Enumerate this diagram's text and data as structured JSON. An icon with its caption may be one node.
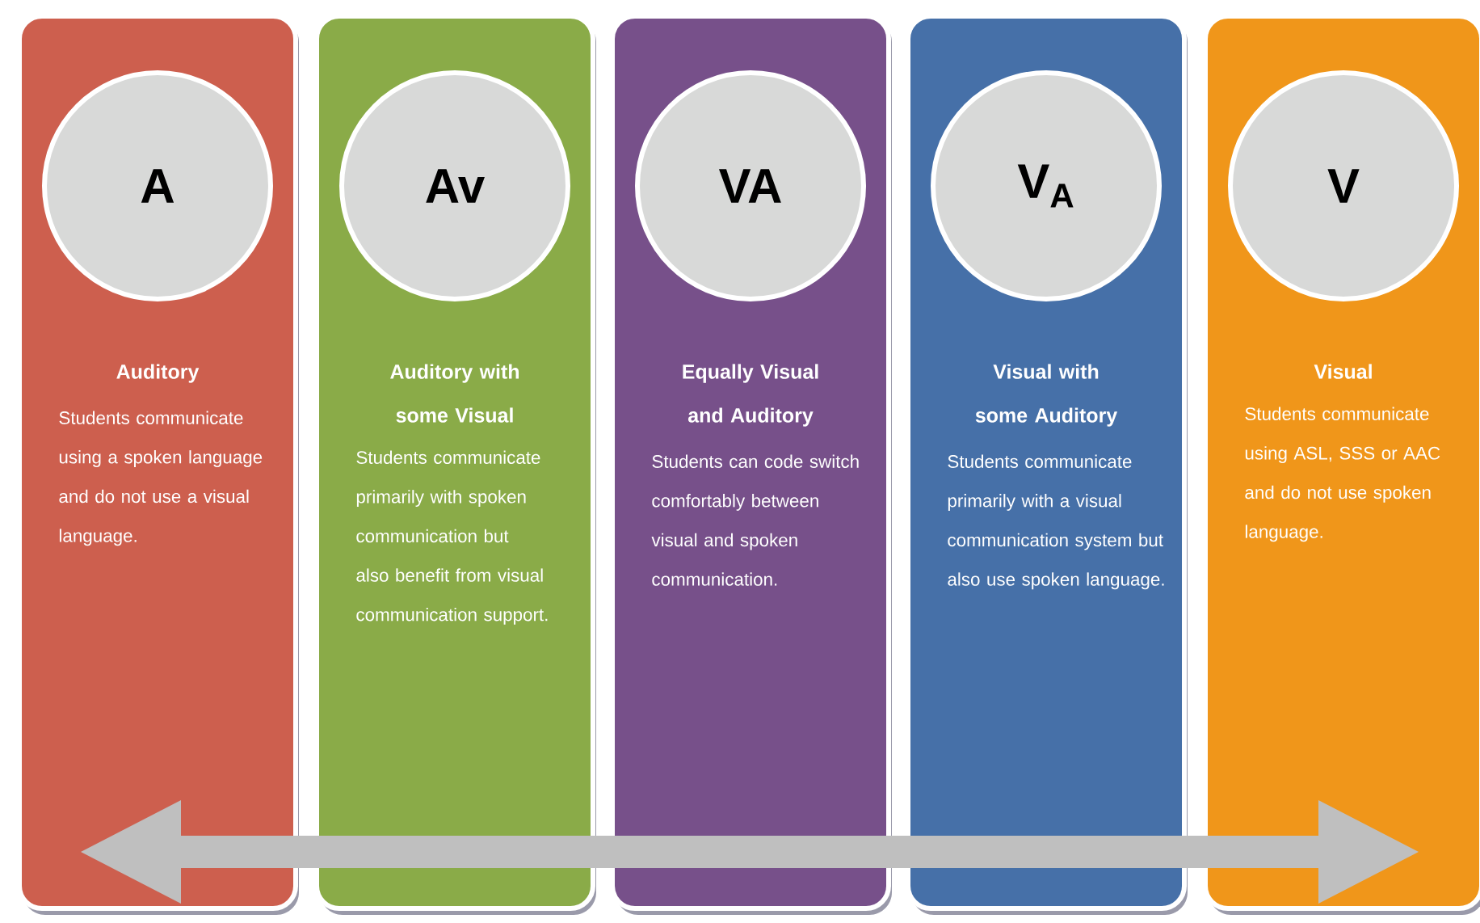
{
  "diagram": {
    "nodes": [
      {
        "text": [
          "Auditory",
          "Students communicate using a spoken language and do not use a visual language."
        ]
      },
      {
        "text": [
          "A"
        ],
        "in": 0
      },
      {
        "text": [
          "Auditory with some Visual",
          "Students communicate primarily with spoken communication but also benefit from visual communication support."
        ]
      },
      {
        "text": [
          "Av"
        ],
        "in": 2
      },
      {
        "text": [
          "Equally Visual and Auditory",
          "Students can code switch comfortably between visual and spoken communication."
        ]
      },
      {
        "text": [
          "VA"
        ],
        "in": 4
      },
      {
        "text": [
          "Visual with some Auditory",
          "Students communicate primarily with a visual communication system but also use spoken language."
        ]
      },
      {
        "text": [
          "V$_{A}$"
        ],
        "in": 6
      },
      {
        "text": [
          "Visual",
          "Students communicate using ASL, SSS or AAC and do not use spoken language."
        ]
      },
      {
        "text": [
          "V"
        ],
        "in": 8
      }
    ]
  }
}
